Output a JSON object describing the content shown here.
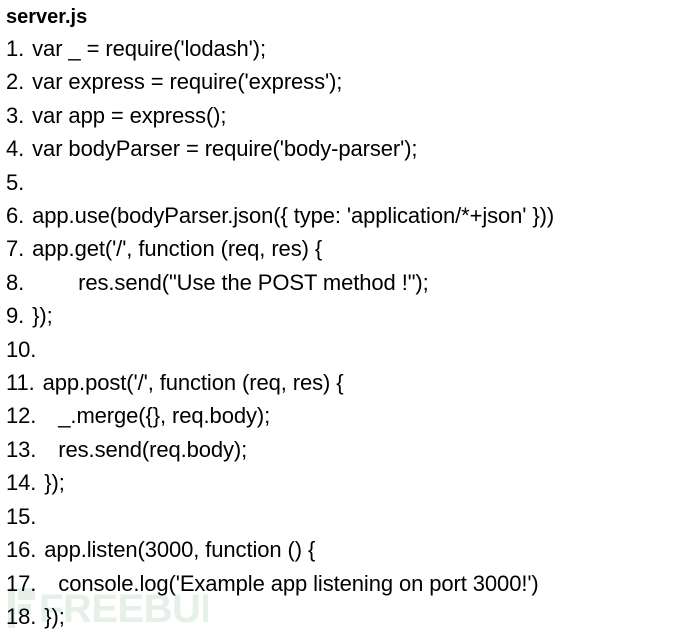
{
  "document": {
    "filename": "server.js",
    "background_color": "#ffffff",
    "text_color": "#000000"
  },
  "code": {
    "language": "javascript",
    "lines": [
      {
        "number": "1.",
        "indent": 0,
        "text": "var _ = require('lodash');"
      },
      {
        "number": "2.",
        "indent": 0,
        "text": "var express = require('express');"
      },
      {
        "number": "3.",
        "indent": 0,
        "text": "var app = express();"
      },
      {
        "number": "4.",
        "indent": 0,
        "text": "var bodyParser = require('body-parser');"
      },
      {
        "number": "5.",
        "indent": 0,
        "text": ""
      },
      {
        "number": "6.",
        "indent": 0,
        "text": "app.use(bodyParser.json({ type: 'application/*+json' }))"
      },
      {
        "number": "7.",
        "indent": 0,
        "text": "app.get('/', function (req, res) {"
      },
      {
        "number": "8.",
        "indent": 2,
        "text": "res.send(\"Use the POST method !\");"
      },
      {
        "number": "9.",
        "indent": 0,
        "text": "});"
      },
      {
        "number": "10.",
        "indent": 0,
        "text": ""
      },
      {
        "number": "11.",
        "indent": 0,
        "text": "app.post('/', function (req, res) {"
      },
      {
        "number": "12.",
        "indent": 1,
        "text": "_.merge({}, req.body);"
      },
      {
        "number": "13.",
        "indent": 1,
        "text": "res.send(req.body);"
      },
      {
        "number": "14.",
        "indent": 0,
        "text": "});"
      },
      {
        "number": "15.",
        "indent": 0,
        "text": ""
      },
      {
        "number": "16.",
        "indent": 0,
        "text": "app.listen(3000, function () {"
      },
      {
        "number": "17.",
        "indent": 1,
        "text": "console.log('Example app listening on port 3000!')"
      },
      {
        "number": "18.",
        "indent": 0,
        "text": "});"
      }
    ]
  },
  "watermark": {
    "text": "FREEBUF",
    "color": "#e4f0e8",
    "icon": "freebuf-logo-mark"
  }
}
